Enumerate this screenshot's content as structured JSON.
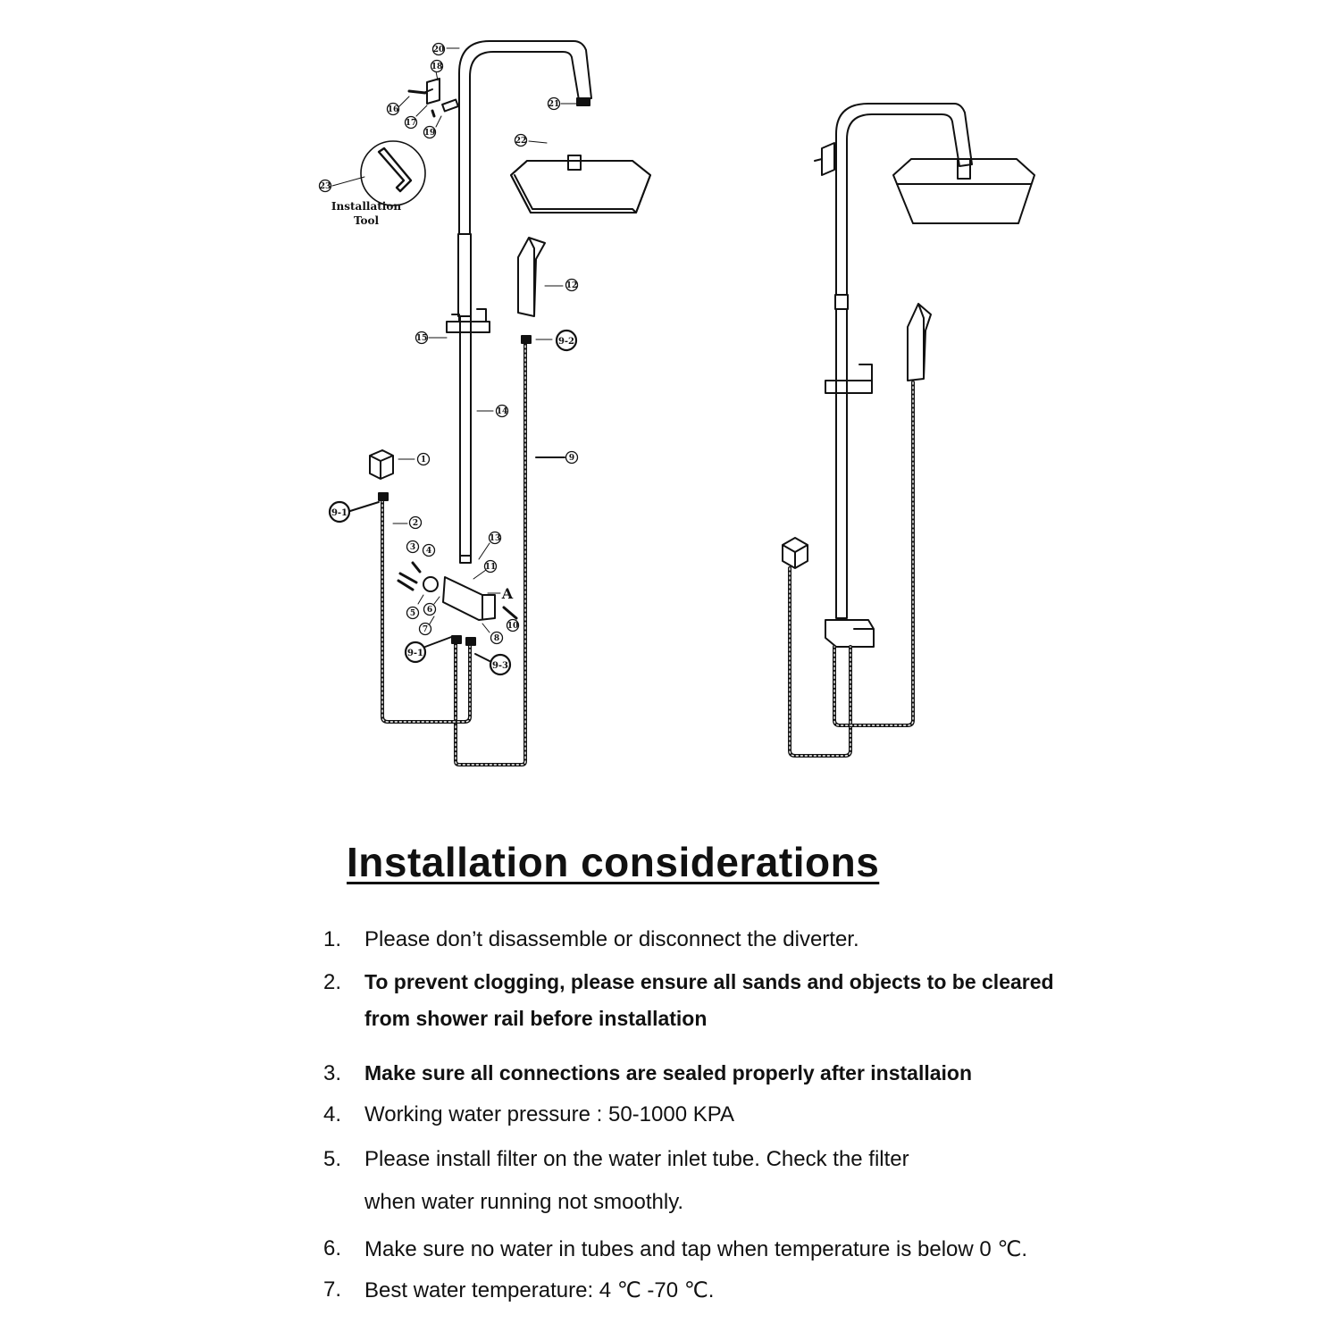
{
  "diagram": {
    "tool_label_line1": "Installation",
    "tool_label_line2": "Tool",
    "callouts": {
      "c1": "1",
      "c2": "2",
      "c3": "3",
      "c4": "4",
      "c5": "5",
      "c6": "6",
      "c7": "7",
      "c8": "8",
      "c9": "9",
      "c9_2a": "9-2",
      "c9_1a": "9-1",
      "c9_1b": "9-1",
      "c9_3": "9-3",
      "c10": "10",
      "c11": "11",
      "c12": "12",
      "c13": "13",
      "c14": "14",
      "c15": "15",
      "c16": "16",
      "c17": "17",
      "c18": "18",
      "c19": "19",
      "c20": "20",
      "c21": "21",
      "c22": "22",
      "c23": "23",
      "cA": "A"
    }
  },
  "title": "Installation considerations",
  "notes": [
    {
      "num": "1.",
      "text": "Please don’t disassemble or disconnect the diverter."
    },
    {
      "num": "2.",
      "text": "To prevent clogging, please ensure all sands and objects to be cleared",
      "cont": "from shower rail before installation"
    },
    {
      "num": "3.",
      "text": "Make sure all connections are sealed properly after installaion"
    },
    {
      "num": "4.",
      "text": "Working water pressure :  50-1000 KPA"
    },
    {
      "num": "5.",
      "text": "Please install filter on the water inlet tube. Check the filter",
      "cont": "when water running not smoothly."
    },
    {
      "num": "6.",
      "text": "Make sure no water in tubes and tap when temperature is below 0 ℃."
    },
    {
      "num": "7.",
      "text": "Best water temperature: 4 ℃ -70 ℃."
    }
  ]
}
